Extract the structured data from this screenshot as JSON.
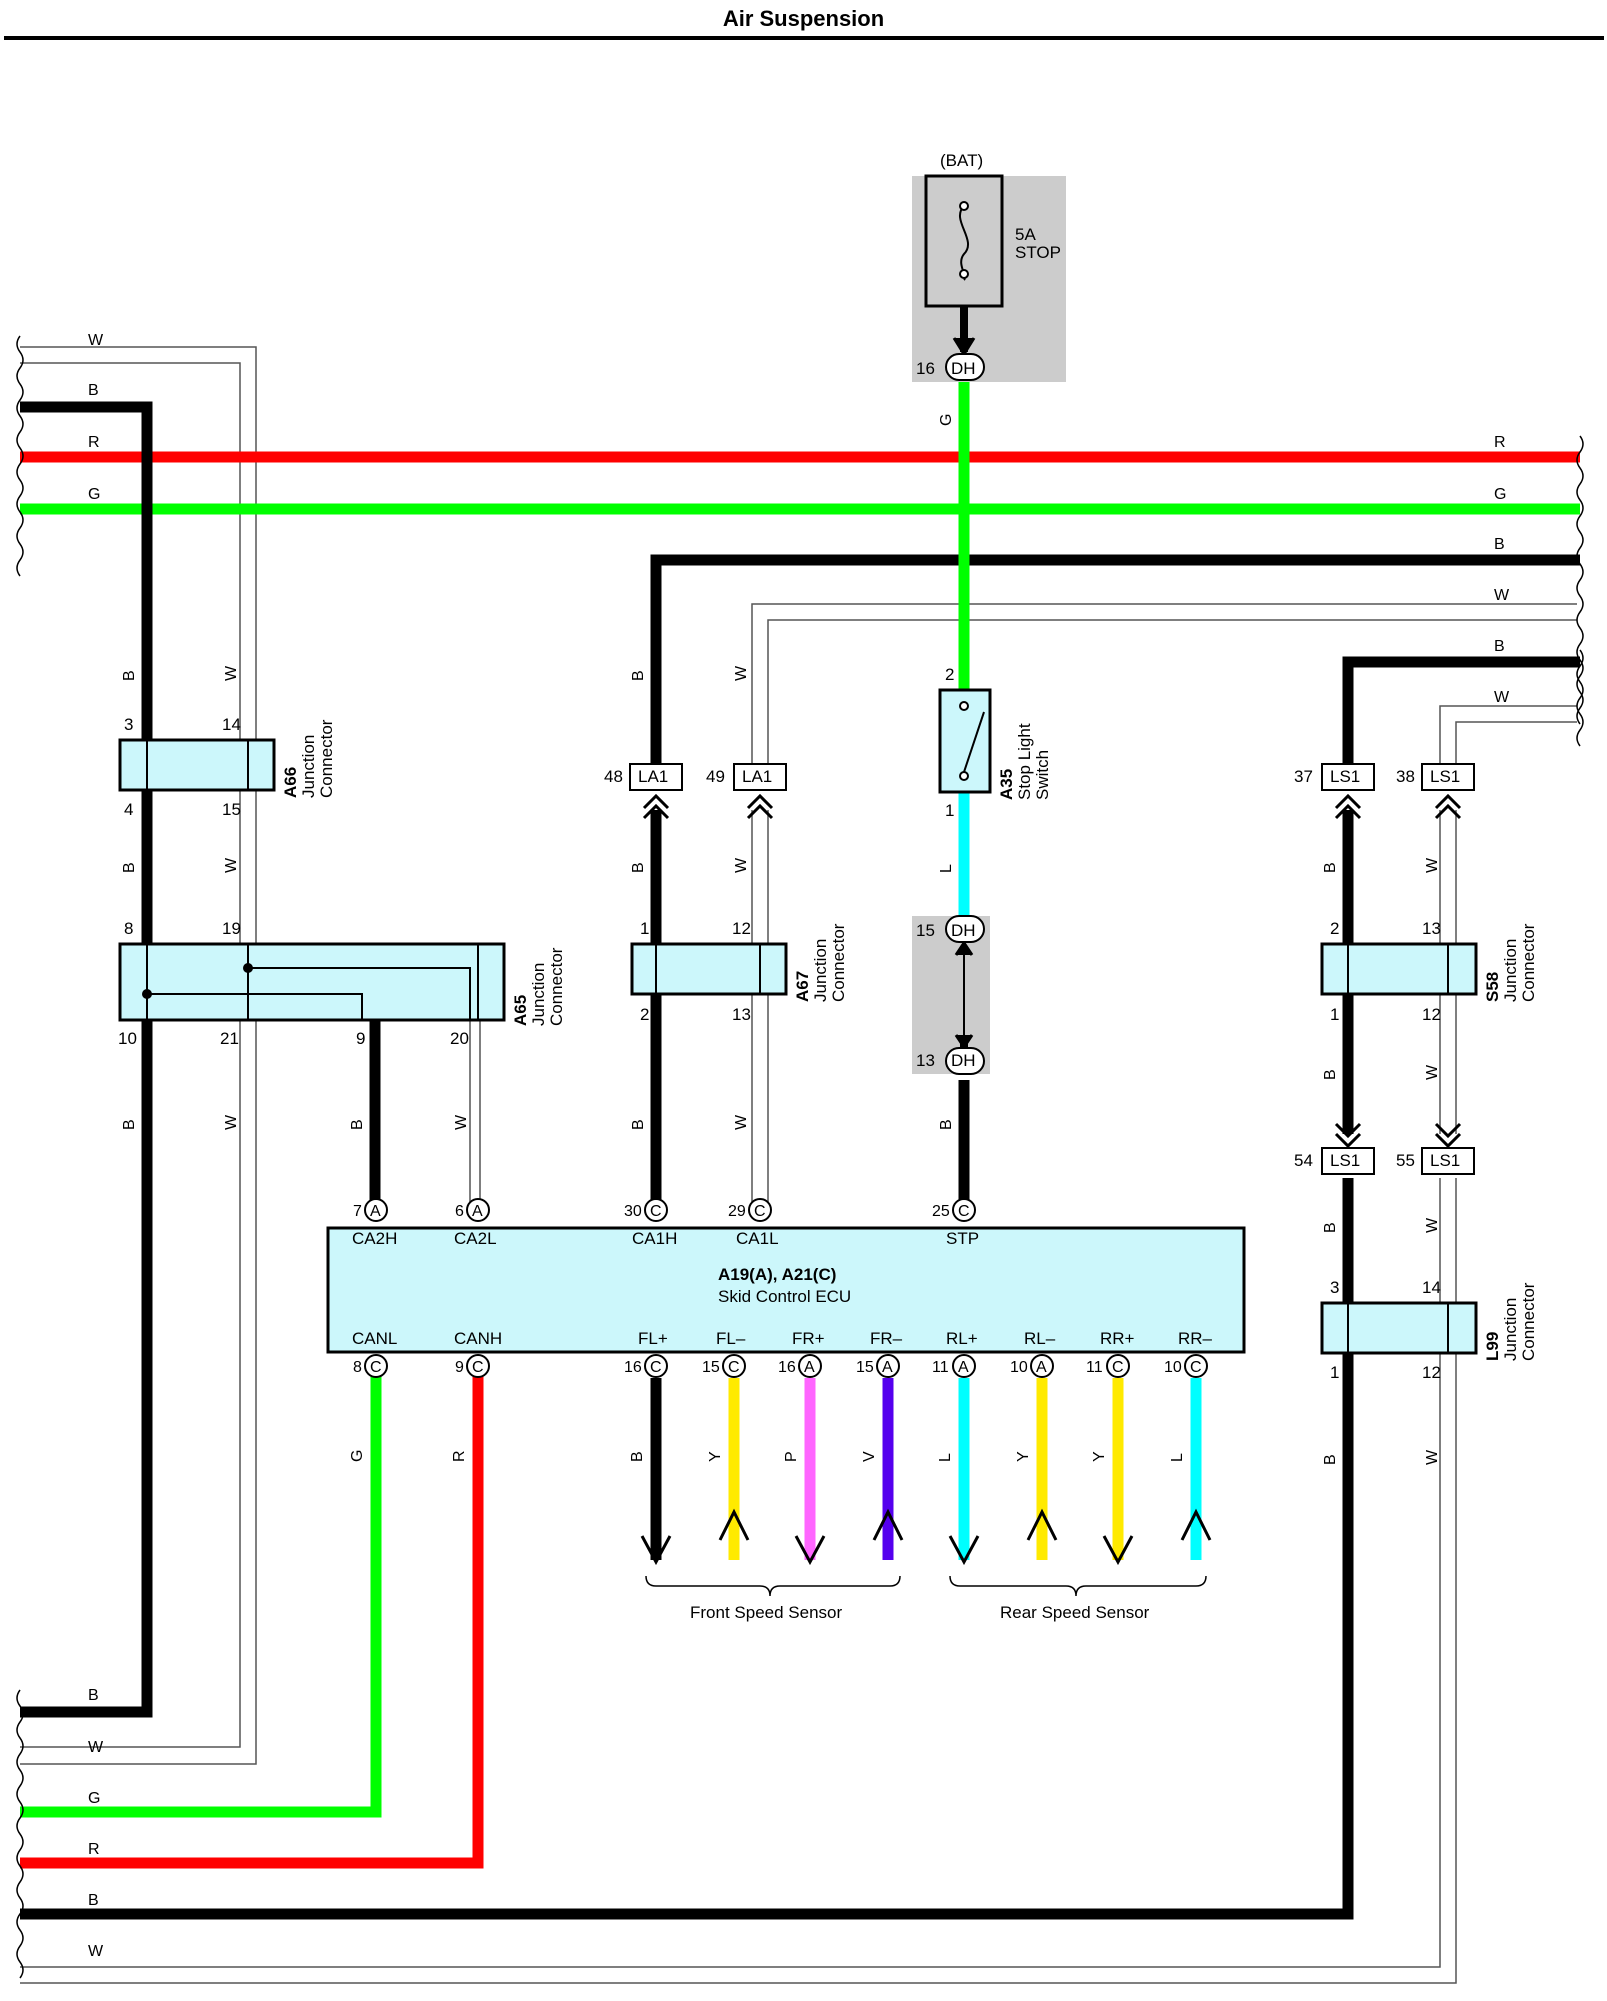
{
  "title": "Air Suspension",
  "colors": {
    "red": "#ff0000",
    "green": "#00ff00",
    "black": "#000000",
    "cyan": "#00ffff",
    "yellow": "#ffea00",
    "pink": "#ff66ff",
    "violet": "#5500ee",
    "connector_fill": "#ccf7fb",
    "splice_shade": "#cccccc"
  },
  "power": {
    "source": "(BAT)",
    "fuse_amps": "5A",
    "fuse_name": "STOP",
    "pin": "16",
    "connector": "DH",
    "wire": "G"
  },
  "left_wires": [
    "W",
    "B",
    "R",
    "G"
  ],
  "right_wires": [
    "R",
    "G",
    "B",
    "W",
    "B",
    "W"
  ],
  "bottom_wires": [
    "B",
    "W",
    "G",
    "R",
    "B",
    "W"
  ],
  "junctions": {
    "a66": {
      "code": "A66",
      "line1": "Junction",
      "line2": "Connector",
      "pins_top": [
        "3",
        "14"
      ],
      "pins_bottom": [
        "4",
        "15"
      ]
    },
    "a65": {
      "code": "A65",
      "line1": "Junction",
      "line2": "Connector",
      "pins_top": [
        "8",
        "19"
      ],
      "pins_bottom": [
        "10",
        "21",
        "9",
        "20"
      ]
    },
    "a67": {
      "code": "A67",
      "line1": "Junction",
      "line2": "Connector",
      "pins_top": [
        "1",
        "12"
      ],
      "pins_bottom": [
        "2",
        "13"
      ]
    },
    "s58": {
      "code": "S58",
      "line1": "Junction",
      "line2": "Connector",
      "pins_top": [
        "2",
        "13"
      ],
      "pins_bottom": [
        "1",
        "12"
      ]
    },
    "l99": {
      "code": "L99",
      "line1": "Junction",
      "line2": "Connector",
      "pins_top": [
        "3",
        "14"
      ],
      "pins_bottom": [
        "1",
        "12"
      ]
    }
  },
  "switch": {
    "code": "A35",
    "line1": "Stop Light",
    "line2": "Switch",
    "pin_top": "2",
    "pin_bottom": "1"
  },
  "splices": [
    {
      "pin": "15",
      "connector": "DH"
    },
    {
      "pin": "13",
      "connector": "DH"
    }
  ],
  "inline_connectors": [
    {
      "pin": "48",
      "name": "LA1"
    },
    {
      "pin": "49",
      "name": "LA1"
    },
    {
      "pin": "37",
      "name": "LS1"
    },
    {
      "pin": "38",
      "name": "LS1"
    },
    {
      "pin": "54",
      "name": "LS1"
    },
    {
      "pin": "55",
      "name": "LS1"
    }
  ],
  "ecu": {
    "title": "A19(A), A21(C)",
    "name": "Skid Control ECU",
    "top_pins": [
      {
        "num": "7",
        "conn": "A",
        "label": "CA2H",
        "wire": "B"
      },
      {
        "num": "6",
        "conn": "A",
        "label": "CA2L",
        "wire": "W"
      },
      {
        "num": "30",
        "conn": "C",
        "label": "CA1H",
        "wire": "B"
      },
      {
        "num": "29",
        "conn": "C",
        "label": "CA1L",
        "wire": "W"
      },
      {
        "num": "25",
        "conn": "C",
        "label": "STP",
        "wire": "B"
      }
    ],
    "bottom_pins": [
      {
        "num": "8",
        "conn": "C",
        "label": "CANL",
        "wire": "G"
      },
      {
        "num": "9",
        "conn": "C",
        "label": "CANH",
        "wire": "R"
      },
      {
        "num": "16",
        "conn": "C",
        "label": "FL+",
        "wire": "B"
      },
      {
        "num": "15",
        "conn": "C",
        "label": "FL–",
        "wire": "Y"
      },
      {
        "num": "16",
        "conn": "A",
        "label": "FR+",
        "wire": "P"
      },
      {
        "num": "15",
        "conn": "A",
        "label": "FR–",
        "wire": "V"
      },
      {
        "num": "11",
        "conn": "A",
        "label": "RL+",
        "wire": "L"
      },
      {
        "num": "10",
        "conn": "A",
        "label": "RL–",
        "wire": "Y"
      },
      {
        "num": "11",
        "conn": "C",
        "label": "RR+",
        "wire": "Y"
      },
      {
        "num": "10",
        "conn": "C",
        "label": "RR–",
        "wire": "L"
      }
    ]
  },
  "groups": {
    "front": "Front Speed Sensor",
    "rear": "Rear Speed Sensor"
  },
  "wire_labels": {
    "w_stp_top": "G",
    "w_stp_mid": "L",
    "w_stp_bot": "B",
    "col1": "B",
    "col2": "W",
    "a65_9": "B",
    "a65_20": "W",
    "la1_b": "B",
    "la1_w": "W",
    "ls1_b": "B",
    "ls1_w": "W"
  }
}
